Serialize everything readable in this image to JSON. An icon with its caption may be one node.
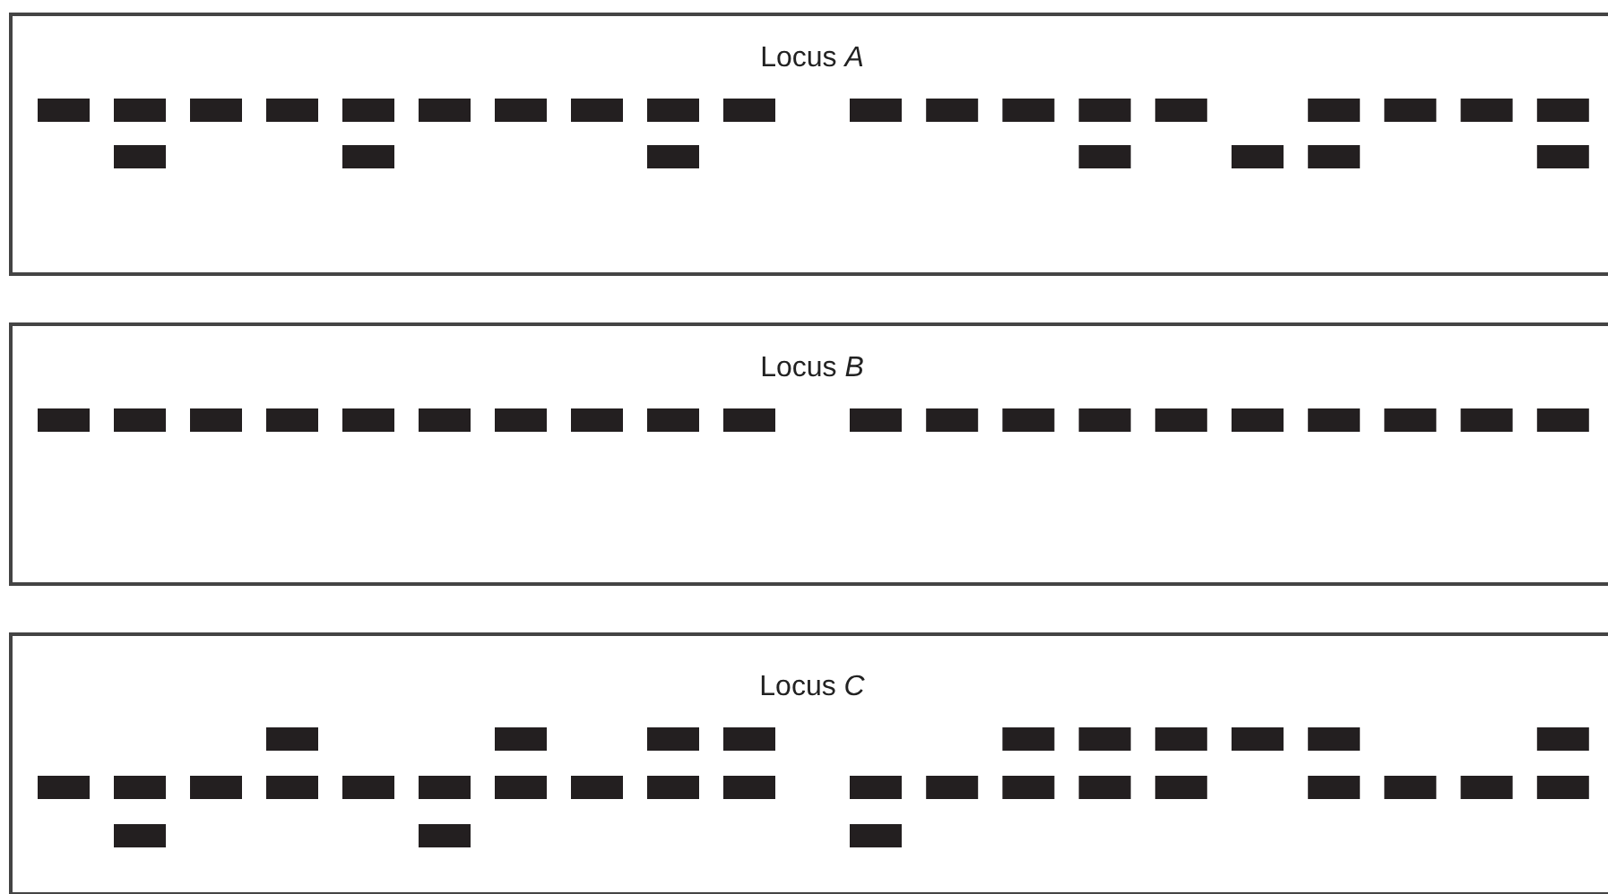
{
  "diagram": {
    "nodes": [
      {
        "text": [
          "Locus *A*"
        ]
      },
      {
        "text": [
          "Locus *B*"
        ]
      },
      {
        "text": [
          "Locus *C*"
        ]
      }
    ]
  }
}
